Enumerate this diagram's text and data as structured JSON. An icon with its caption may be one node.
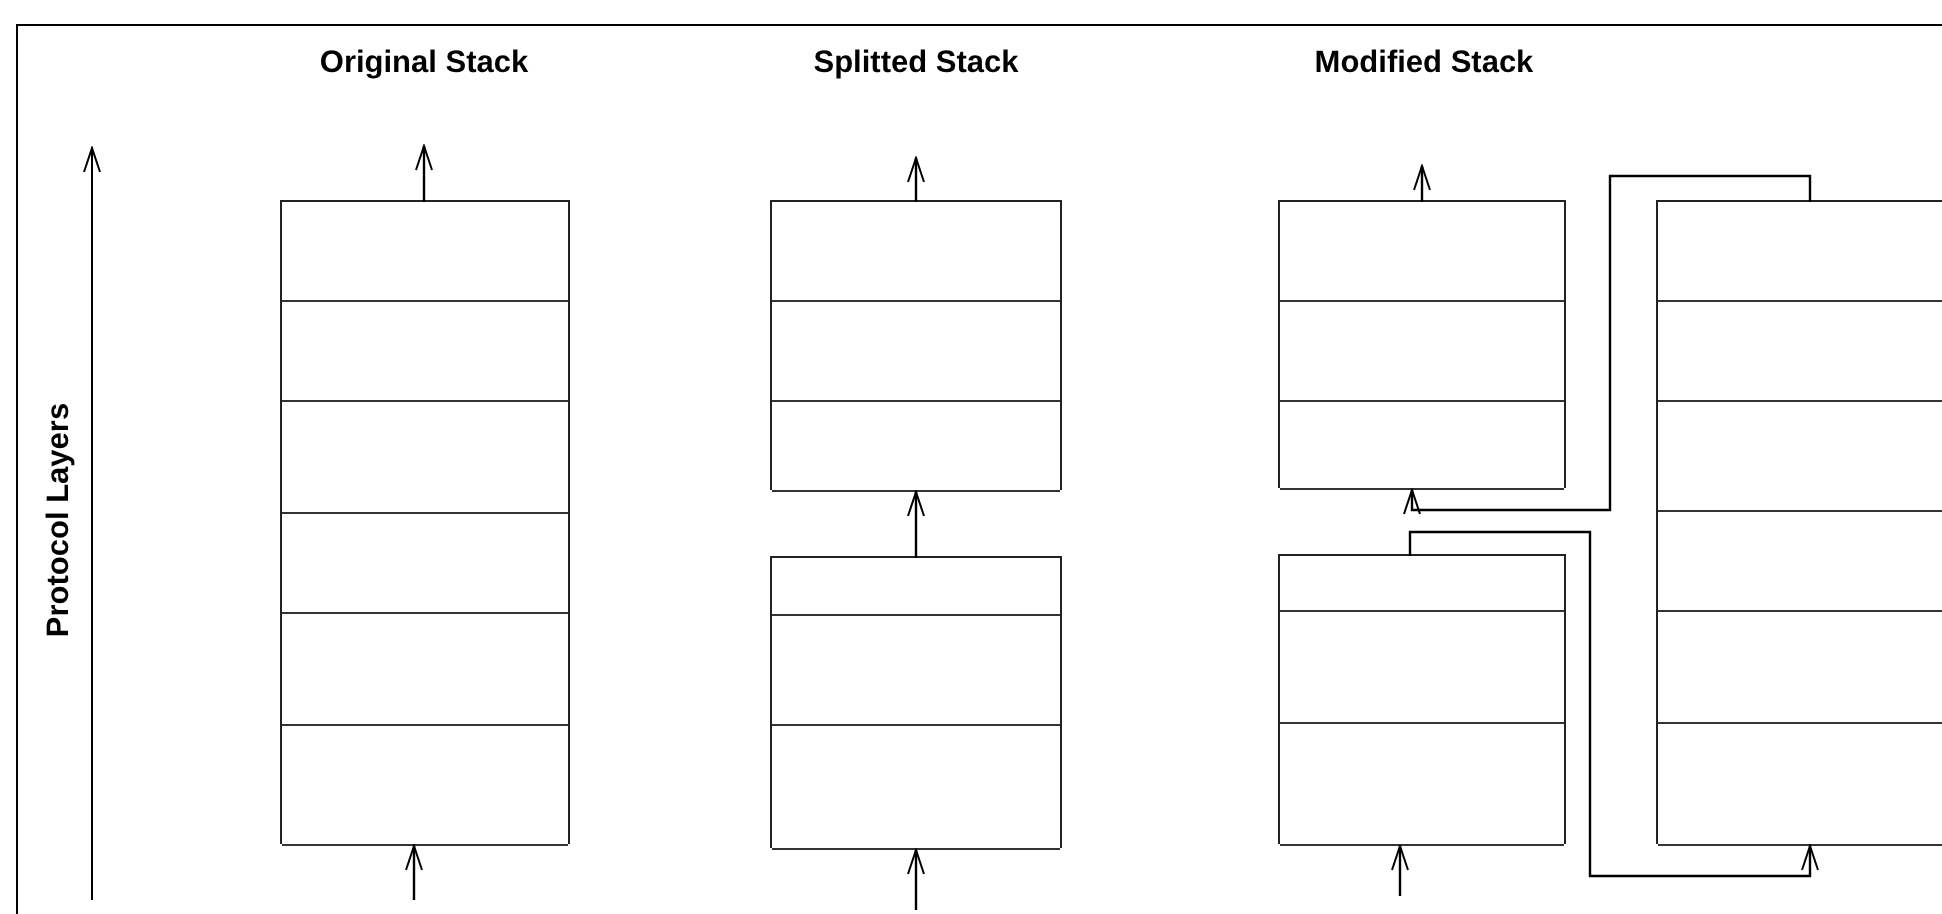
{
  "diagram": {
    "nodes": [
      {
        "text": [],
        "shape": "box"
      },
      {
        "text": [],
        "shape": "box",
        "in": 0
      },
      {
        "text": [],
        "shape": "box",
        "in": 0
      },
      {
        "text": [],
        "shape": "box",
        "in": 0
      },
      {
        "text": [],
        "shape": "box",
        "in": 0
      },
      {
        "text": [],
        "shape": "box",
        "in": 0
      },
      {
        "text": [],
        "shape": "box",
        "in": 0
      },
      {
        "text": [],
        "shape": "box"
      },
      {
        "text": [],
        "shape": "box",
        "in": 7
      },
      {
        "text": [],
        "shape": "box",
        "in": 7
      },
      {
        "text": [],
        "shape": "box",
        "in": 7
      },
      {
        "text": [],
        "shape": "box"
      },
      {
        "text": [],
        "shape": "box",
        "in": 11
      },
      {
        "text": [],
        "shape": "box",
        "in": 11
      },
      {
        "text": [],
        "shape": "box",
        "in": 11
      },
      {
        "text": [],
        "shape": "box"
      },
      {
        "text": [],
        "shape": "box",
        "in": 15
      },
      {
        "text": [],
        "shape": "box",
        "in": 15
      },
      {
        "text": [],
        "shape": "box",
        "in": 15
      },
      {
        "text": [],
        "shape": "box"
      },
      {
        "text": [],
        "shape": "box",
        "in": 19
      },
      {
        "text": [],
        "shape": "box",
        "in": 19
      },
      {
        "text": [],
        "shape": "box",
        "in": 19
      },
      {
        "text": [],
        "shape": "box"
      },
      {
        "text": [],
        "shape": "box",
        "in": 23
      },
      {
        "text": [],
        "shape": "box",
        "in": 23
      },
      {
        "text": [],
        "shape": "box",
        "in": 23
      },
      {
        "text": [],
        "shape": "box",
        "in": 23
      },
      {
        "text": [],
        "shape": "box",
        "in": 23
      },
      {
        "text": [],
        "shape": "box",
        "in": 23
      }
    ],
    "edges": [
      {
        "from": 1,
        "to": null,
        "arrow": "to"
      },
      {
        "from": null,
        "to": 6,
        "arrow": "to"
      },
      {
        "from": 8,
        "to": null,
        "arrow": "to"
      },
      {
        "from": 12,
        "to": 10,
        "arrow": "to"
      },
      {
        "from": null,
        "to": 14,
        "arrow": "to"
      },
      {
        "from": 16,
        "to": null,
        "arrow": "to"
      },
      {
        "from": 20,
        "to": 29,
        "arrow": "to"
      },
      {
        "from": 24,
        "to": 18,
        "arrow": "to"
      },
      {
        "from": null,
        "to": 22,
        "arrow": "to"
      }
    ],
    "labels": [
      "Original Stack",
      "Splitted Stack",
      "Modified Stack",
      "Protocol Layers"
    ]
  }
}
